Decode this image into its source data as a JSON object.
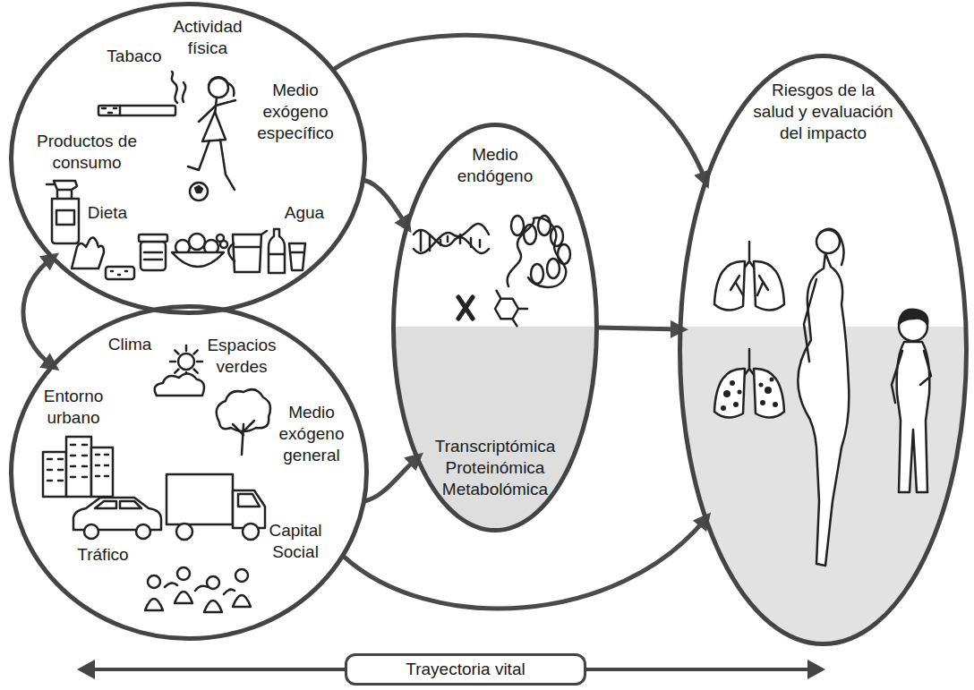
{
  "diagram": {
    "nodes": [
      {
        "text": [
          "Tabaco",
          "Actividad física",
          "Medio exógeno específico",
          "Productos de consumo",
          "Dieta",
          "Agua"
        ]
      },
      {
        "text": [
          "Clima",
          "Espacios verdes",
          "Entorno urbano",
          "Medio exógeno general",
          "Tráfico",
          "Capital Social"
        ]
      },
      {
        "text": [
          "Medio endógeno",
          "Transcriptómica Proteinómica Metabolómica"
        ]
      },
      {
        "text": [
          "Riesgos de la salud y evaluación del impacto"
        ]
      },
      {
        "text": [
          "Trayectoria vital"
        ]
      }
    ],
    "edges": [
      {
        "from": 0,
        "to": 2,
        "arrow": "to"
      },
      {
        "from": 0,
        "to": 3,
        "arrow": "to"
      },
      {
        "from": 1,
        "to": 2,
        "arrow": "to"
      },
      {
        "from": 1,
        "to": 3,
        "arrow": "to"
      },
      {
        "from": 2,
        "to": 3,
        "arrow": "to"
      },
      {
        "from": 0,
        "to": 1,
        "arrow": "both"
      }
    ]
  }
}
